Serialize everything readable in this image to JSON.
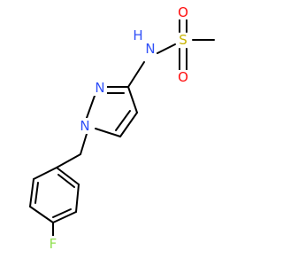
{
  "molecule": {
    "atoms": {
      "N_amide": {
        "symbol": "N",
        "hydrogen": "H"
      },
      "S": {
        "symbol": "S"
      },
      "O_top": {
        "symbol": "O"
      },
      "O_bottom": {
        "symbol": "O"
      },
      "N_ring2": {
        "symbol": "N"
      },
      "N_ring1": {
        "symbol": "N"
      },
      "F": {
        "symbol": "F"
      }
    },
    "colors": {
      "bond": "#000000",
      "nitrogen": "#3050F8",
      "oxygen": "#FF0D0D",
      "sulfur": "#C8B400",
      "fluorine": "#90E050"
    }
  }
}
